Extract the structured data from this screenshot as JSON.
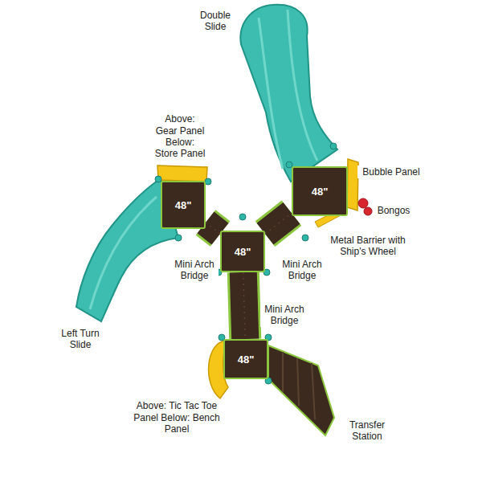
{
  "diagram": {
    "nodes": [
      {
        "text": [
          "48\""
        ]
      },
      {
        "text": [
          "48\""
        ]
      },
      {
        "text": [
          "48\""
        ]
      },
      {
        "text": [
          "48\""
        ]
      }
    ],
    "edges": [
      {
        "from": 2,
        "to": 1,
        "arrow": "none"
      },
      {
        "from": 2,
        "to": 0,
        "arrow": "none"
      },
      {
        "from": 2,
        "to": 3,
        "arrow": "none"
      }
    ],
    "labels": [
      "Double Slide",
      "Above: Gear Panel Below: Store Panel",
      "Bubble Panel",
      "Bongos",
      "Metal Barrier with Ship's Wheel",
      "Mini Arch Bridge",
      "Mini Arch Bridge",
      "Mini Arch Bridge",
      "Left Turn Slide",
      "Above: Tic Tac Toe Panel Below: Bench Panel",
      "Transfer Station"
    ]
  }
}
